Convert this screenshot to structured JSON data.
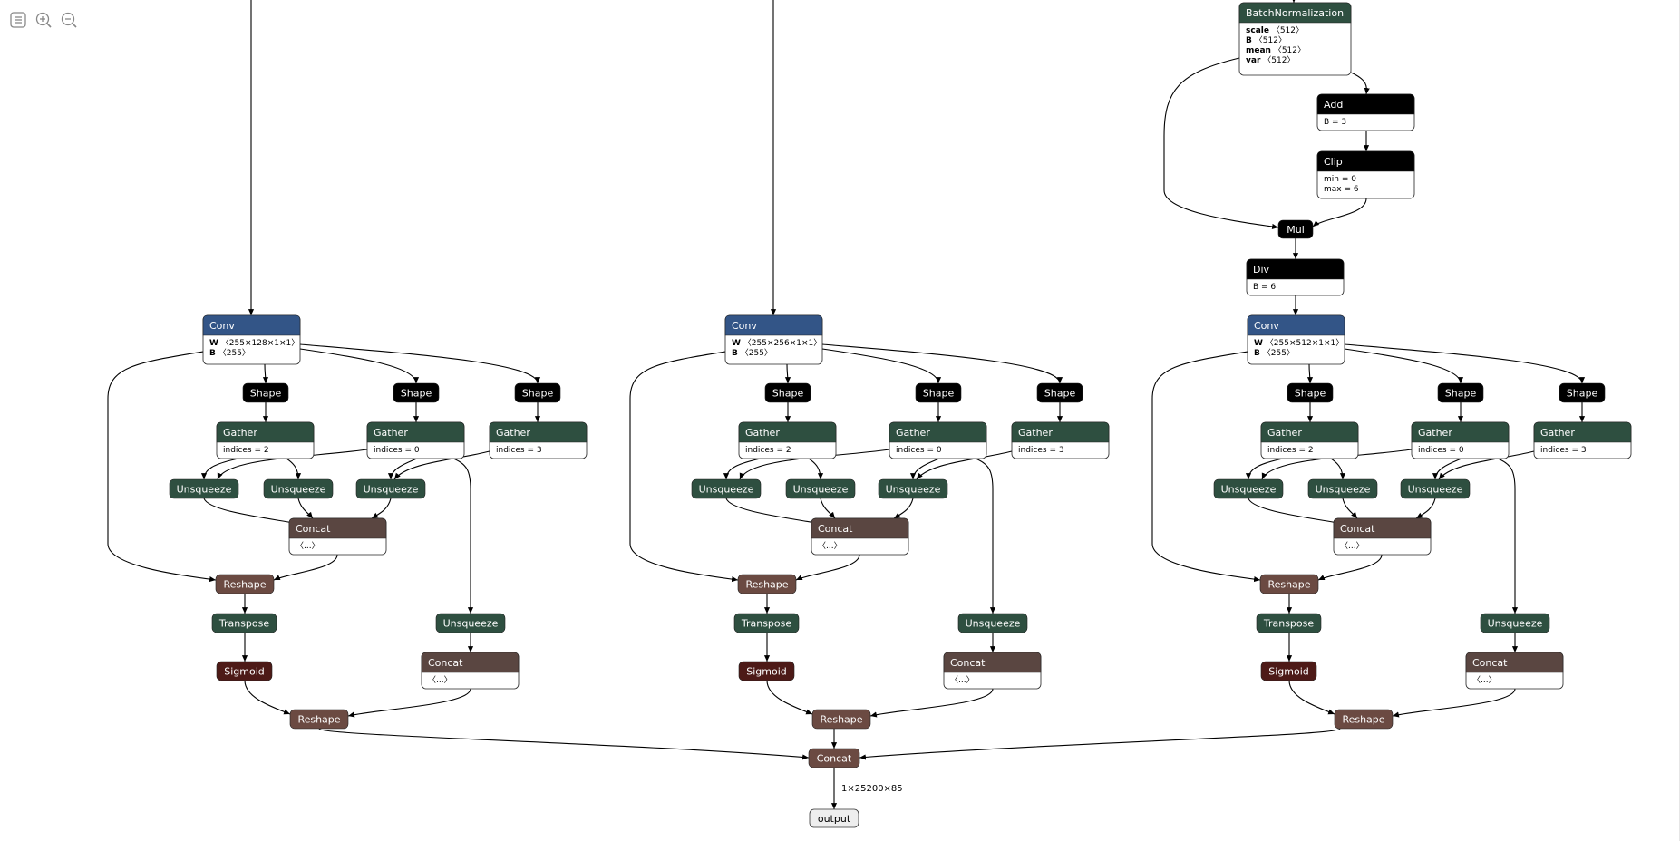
{
  "toolbar": {
    "items": [
      {
        "name": "sidebar-toggle",
        "icon": "menu-icon"
      },
      {
        "name": "zoom-in",
        "icon": "zoom-in-icon"
      },
      {
        "name": "zoom-out",
        "icon": "zoom-out-icon"
      }
    ]
  },
  "colors": {
    "conv": "#335587",
    "shape": "#000000",
    "gather": "#2e4f40",
    "concat": "#5a4641",
    "reshape": "#6b4a42",
    "sigmoid": "#4d1a17",
    "batchnorm": "#2e4f40",
    "elementwise": "#000000",
    "output_fill": "#eeeeee"
  },
  "graph": {
    "top_block": {
      "batchnorm": {
        "title": "BatchNormalization",
        "attrs": [
          {
            "key": "scale",
            "value": "〈512〉"
          },
          {
            "key": "B",
            "value": "〈512〉"
          },
          {
            "key": "mean",
            "value": "〈512〉"
          },
          {
            "key": "var",
            "value": "〈512〉"
          }
        ]
      },
      "add": {
        "title": "Add",
        "attr": "B = 3"
      },
      "clip": {
        "title": "Clip",
        "attrs": [
          "min = 0",
          "max = 6"
        ]
      },
      "mul": {
        "title": "Mul"
      },
      "div": {
        "title": "Div",
        "attr": "B = 6"
      }
    },
    "heads": [
      {
        "conv": {
          "title": "Conv",
          "attrs": [
            {
              "key": "W",
              "value": "〈255×128×1×1〉"
            },
            {
              "key": "B",
              "value": "〈255〉"
            }
          ]
        },
        "shape": "Shape",
        "gathers": [
          {
            "title": "Gather",
            "attr": "indices = 2"
          },
          {
            "title": "Gather",
            "attr": "indices = 0"
          },
          {
            "title": "Gather",
            "attr": "indices = 3"
          }
        ],
        "unsqueeze": "Unsqueeze",
        "concat": {
          "title": "Concat",
          "attr": "〈...〉"
        },
        "reshape": "Reshape",
        "transpose": "Transpose",
        "sigmoid": "Sigmoid"
      },
      {
        "conv": {
          "title": "Conv",
          "attrs": [
            {
              "key": "W",
              "value": "〈255×256×1×1〉"
            },
            {
              "key": "B",
              "value": "〈255〉"
            }
          ]
        },
        "shape": "Shape",
        "gathers": [
          {
            "title": "Gather",
            "attr": "indices = 2"
          },
          {
            "title": "Gather",
            "attr": "indices = 0"
          },
          {
            "title": "Gather",
            "attr": "indices = 3"
          }
        ],
        "unsqueeze": "Unsqueeze",
        "concat": {
          "title": "Concat",
          "attr": "〈...〉"
        },
        "reshape": "Reshape",
        "transpose": "Transpose",
        "sigmoid": "Sigmoid"
      },
      {
        "conv": {
          "title": "Conv",
          "attrs": [
            {
              "key": "W",
              "value": "〈255×512×1×1〉"
            },
            {
              "key": "B",
              "value": "〈255〉"
            }
          ]
        },
        "shape": "Shape",
        "gathers": [
          {
            "title": "Gather",
            "attr": "indices = 2"
          },
          {
            "title": "Gather",
            "attr": "indices = 0"
          },
          {
            "title": "Gather",
            "attr": "indices = 3"
          }
        ],
        "unsqueeze": "Unsqueeze",
        "concat": {
          "title": "Concat",
          "attr": "〈...〉"
        },
        "reshape": "Reshape",
        "transpose": "Transpose",
        "sigmoid": "Sigmoid"
      }
    ],
    "final_concat": "Concat",
    "output_shape": "1×25200×85",
    "output": "output"
  }
}
